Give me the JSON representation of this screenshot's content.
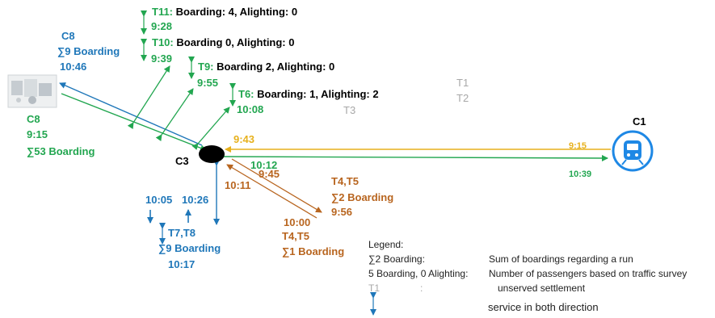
{
  "colors": {
    "green": "#22a650",
    "blue": "#1f77b9",
    "orange": "#b8651f",
    "yellow": "#e7b11d",
    "gray": "#a8a8a8"
  },
  "trips": {
    "t11": {
      "id": "T11:",
      "text": "Boarding: 4, Alighting: 0",
      "time": "9:28"
    },
    "t10": {
      "id": "T10:",
      "text": "Boarding 0, Alighting: 0",
      "time": "9:39"
    },
    "t9": {
      "id": "T9:",
      "text": "Boarding 2, Alighting: 0",
      "time": "9:55"
    },
    "t6": {
      "id": "T6:",
      "text": "Boarding: 1, Alighting: 2",
      "time": "10:08"
    }
  },
  "c8_blue": {
    "stop": "C8",
    "boarding": "∑9 Boarding",
    "time": "10:46"
  },
  "c8_green": {
    "stop": "C8",
    "time": "9:15",
    "boarding": "∑53 Boarding"
  },
  "unserved": {
    "t1": "T1",
    "t2": "T2",
    "t3": "T3"
  },
  "c1": {
    "name": "C1",
    "icon": "train-icon",
    "time_in": "9:15",
    "time_out": "10:39"
  },
  "c3": {
    "name": "C3"
  },
  "yellow_line": {
    "time": "9:43"
  },
  "green_line": {
    "time": "10:12"
  },
  "orange_right": {
    "t_near": "9:45",
    "trips": "T4,T5",
    "boarding": "∑2 Boarding",
    "time": "9:56"
  },
  "orange_left": {
    "t_near": "10:11",
    "time": "10:00",
    "trips": "T4,T5",
    "boarding": "∑1 Boarding"
  },
  "south": {
    "t_down": "10:05",
    "t_up": "10:26",
    "trips": "T7,T8",
    "boarding": "∑9 Boarding",
    "time": "10:17"
  },
  "legend": {
    "title": "Legend:",
    "row1_key": "∑2 Boarding:",
    "row1_val": "Sum of boardings regarding a run",
    "row2_key": "5 Boarding, 0 Alighting:",
    "row2_val": "Number of passengers based on traffic survey",
    "row3_key": "T1",
    "row3_sep": ":",
    "row3_val": "unserved settlement",
    "row4_val": "service in both direction"
  }
}
